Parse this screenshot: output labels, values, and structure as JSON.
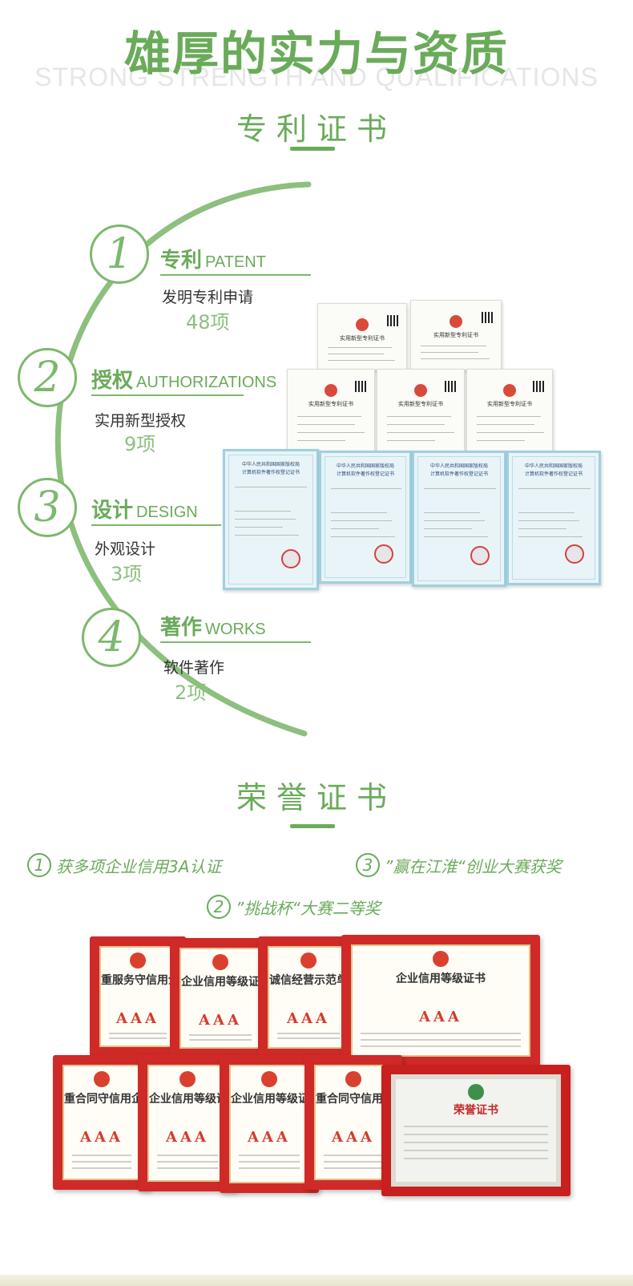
{
  "header": {
    "title": "雄厚的实力与资质",
    "subtitle": "STRONG STRENGTH AND QUALIFICATIONS"
  },
  "patent_section": {
    "title": "专利证书",
    "items": [
      {
        "num": "1",
        "title_cn": "专利",
        "title_en": "PATENT",
        "desc": "发明专利申请",
        "count": "48项"
      },
      {
        "num": "2",
        "title_cn": "授权",
        "title_en": "AUTHORIZATIONS",
        "desc": "实用新型授权",
        "count": "9项"
      },
      {
        "num": "3",
        "title_cn": "设计",
        "title_en": "DESIGN",
        "desc": "外观设计",
        "count": "3项"
      },
      {
        "num": "4",
        "title_cn": "著作",
        "title_en": "WORKS",
        "desc": "软件著作",
        "count": "2项"
      }
    ],
    "cert_titles": {
      "utility": "实用新型专利证书",
      "software": "计算机软件著作权登记证书",
      "software_header": "中华人民共和国国家版权局"
    }
  },
  "honor_section": {
    "title": "荣誉证书",
    "labels": [
      {
        "num": "1",
        "text": "获多项企业信用3A认证"
      },
      {
        "num": "3",
        "text": "”赢在江淮“创业大赛获奖"
      },
      {
        "num": "2",
        "text": "”挑战杯“大赛二等奖"
      }
    ],
    "cert_titles": {
      "t1": "重服务守信用企业",
      "t2": "企业信用等级证书",
      "t3": "诚信经营示范单位",
      "t4": "重合同守信用企业",
      "t5": "荣誉证书",
      "aaa": "AAA"
    }
  },
  "colors": {
    "accent": "#6aab5a",
    "arc": "#8dbf7e",
    "cert_red": "#cf2a28"
  }
}
